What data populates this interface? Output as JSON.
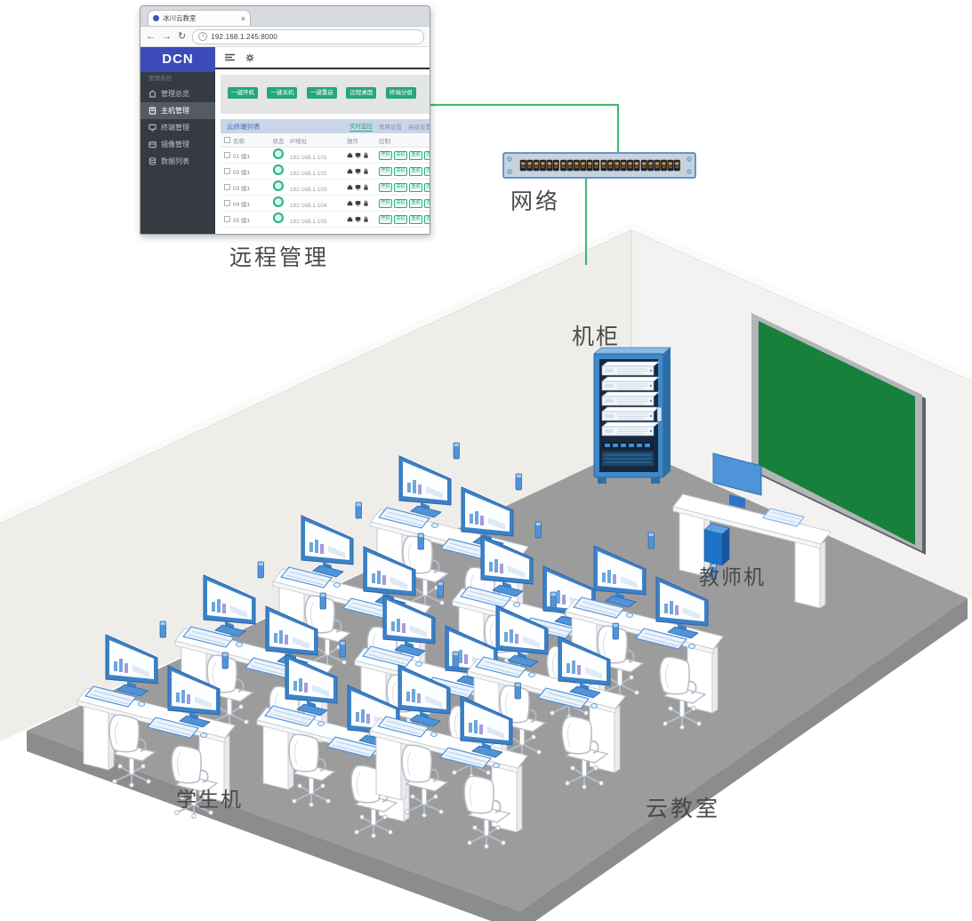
{
  "labels": {
    "remote_management": "远程管理",
    "network": "网络",
    "cabinet": "机柜",
    "teacher_pc": "教师机",
    "student_pc": "学生机",
    "classroom": "云教室"
  },
  "browser": {
    "tab_title": "冰川云教室",
    "url": "192.168.1.245:8000",
    "brand": "DCN",
    "sidebar_note": "管理系统",
    "sidebar_items": [
      {
        "label": "管理总览"
      },
      {
        "label": "主机管理"
      },
      {
        "label": "终端管理"
      },
      {
        "label": "镜像管理"
      },
      {
        "label": "数据列表"
      }
    ],
    "action_buttons": [
      {
        "label": "一键开机"
      },
      {
        "label": "一键关机"
      },
      {
        "label": "一键重启"
      },
      {
        "label": "远程桌面"
      },
      {
        "label": "终端分组"
      }
    ],
    "panel_title": "云终端列表",
    "panel_links": [
      {
        "label": "实时监控"
      },
      {
        "label": "策略设置"
      },
      {
        "label": "高级设置"
      }
    ],
    "table_headers": {
      "name": "名称",
      "status": "状态",
      "ip": "IP地址",
      "action": "操作",
      "control": "控制"
    },
    "badge_labels": [
      "开机",
      "关机",
      "重启",
      "还原"
    ],
    "rows": [
      {
        "name": "01 组1",
        "ip": "192.168.1.101"
      },
      {
        "name": "02 组1",
        "ip": "192.168.1.102"
      },
      {
        "name": "03 组1",
        "ip": "192.168.1.103"
      },
      {
        "name": "04 组1",
        "ip": "192.168.1.104"
      },
      {
        "name": "05 组1",
        "ip": "192.168.1.105"
      }
    ]
  },
  "colors": {
    "connector_green": "#45b878",
    "button_green": "#23a77d",
    "board_green": "#17803a",
    "furniture_blue": "#3c82c8",
    "rack_frame_blue": "#3e89c9",
    "logo_indigo": "#3b4cb8",
    "sidebar_dark": "#363b42",
    "floor_gray": "#9c9c9c"
  }
}
